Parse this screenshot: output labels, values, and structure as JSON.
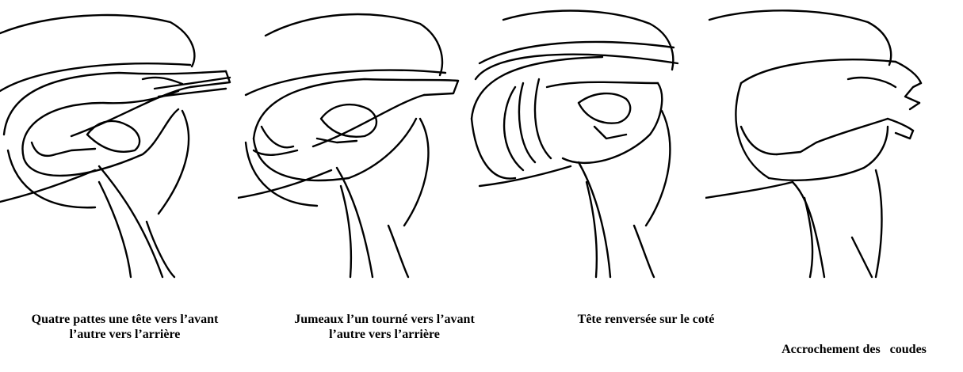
{
  "panels": [
    {
      "id": "quatre-pattes",
      "caption_lines": [
        "Quatre pattes une tête vers l’avant",
        "l’autre vers l’arrière"
      ]
    },
    {
      "id": "jumeaux",
      "caption_lines": [
        "Jumeaux l’un tourné vers l’avant",
        "l’autre vers l’arrière"
      ]
    },
    {
      "id": "tete-renversee",
      "caption_lines": [
        "Tête renversée sur le coté"
      ]
    },
    {
      "id": "accrochement-coudes",
      "caption_lines": [
        "Accrochement des   coudes"
      ]
    }
  ]
}
